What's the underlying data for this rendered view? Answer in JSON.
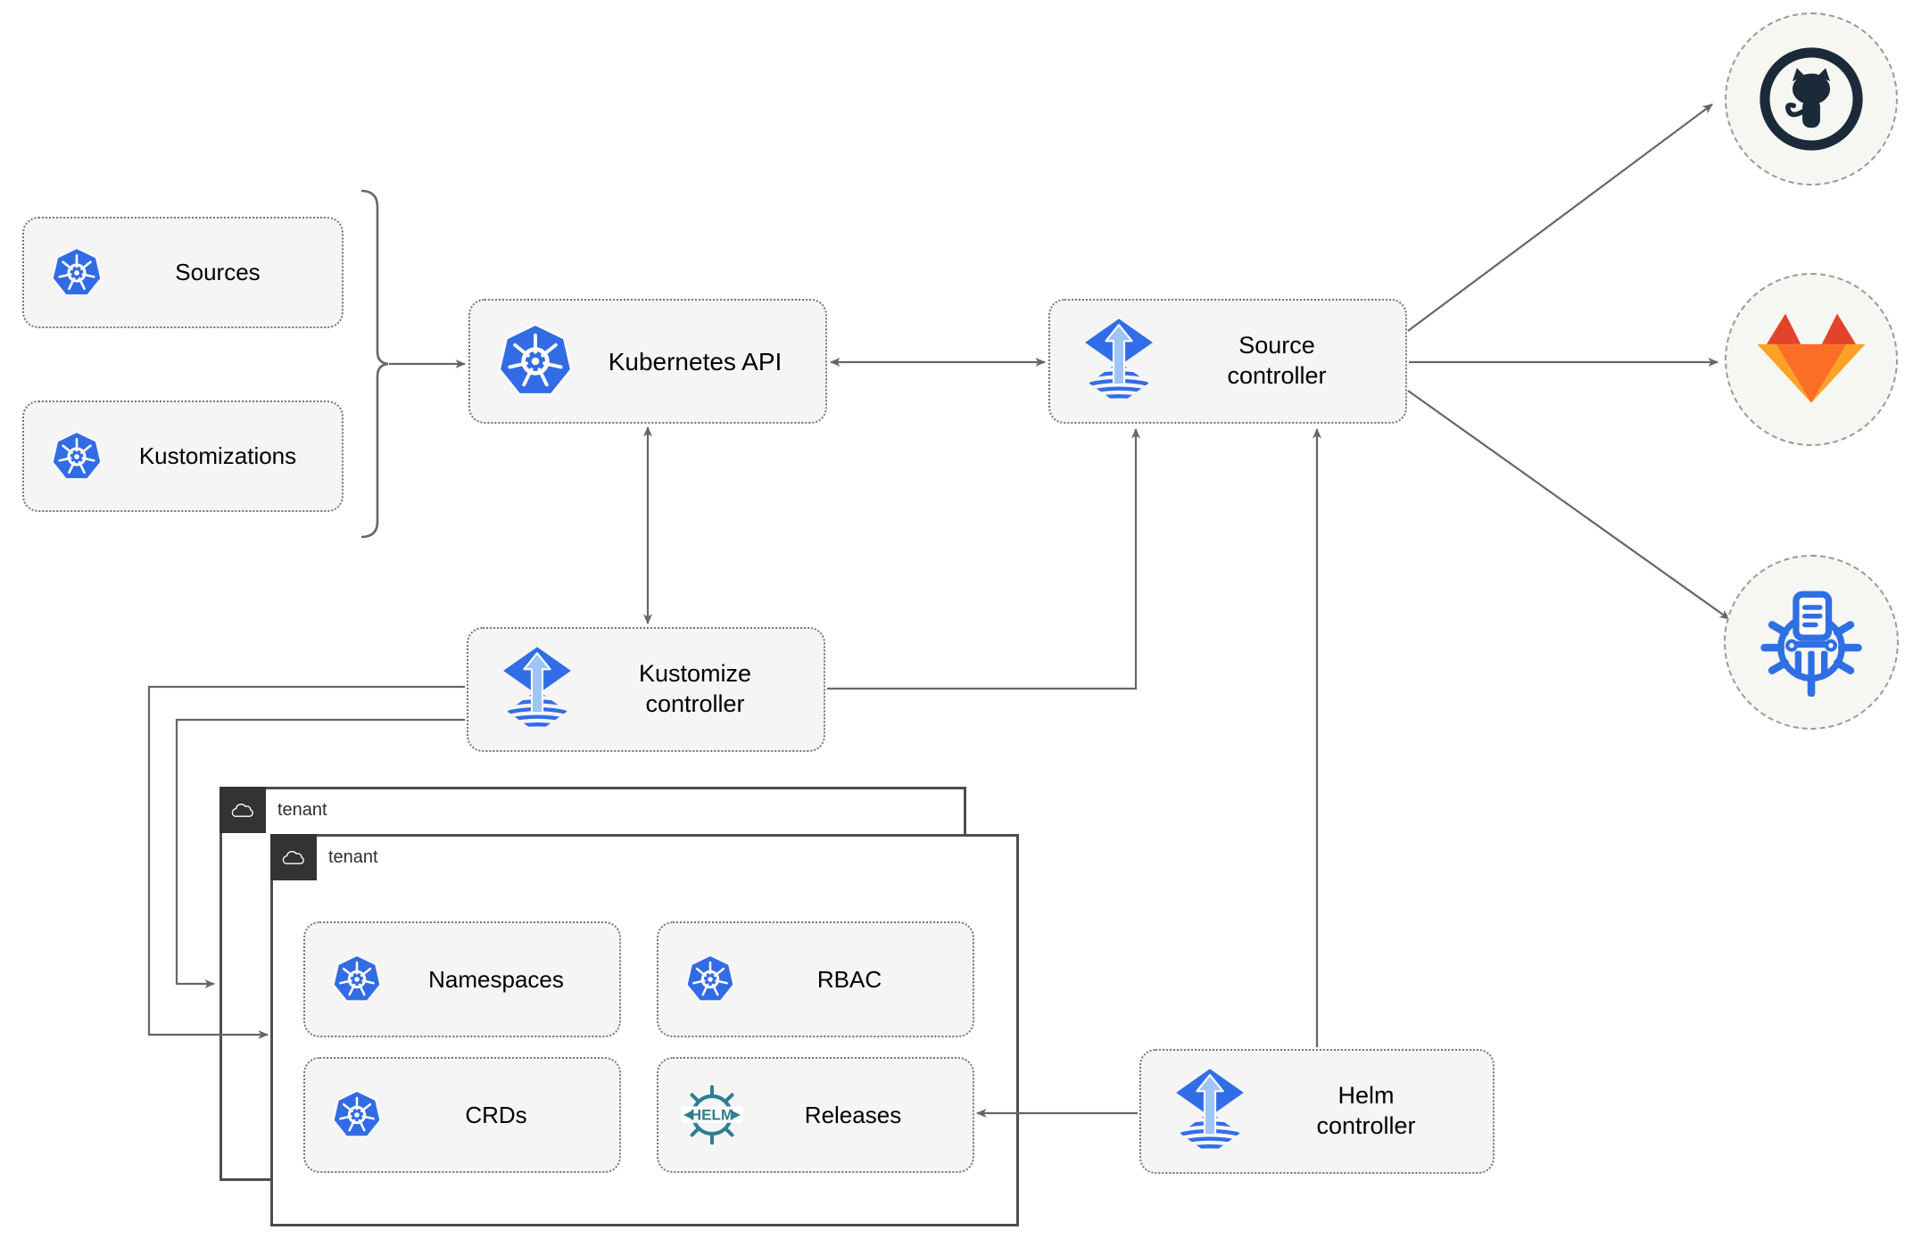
{
  "diagram": {
    "nodes": {
      "sources": {
        "label": "Sources",
        "icon": "kubernetes-icon"
      },
      "kustomizations": {
        "label": "Kustomizations",
        "icon": "kubernetes-icon"
      },
      "kubernetes_api": {
        "label": "Kubernetes API",
        "icon": "kubernetes-icon"
      },
      "source_controller": {
        "label": "Source\ncontroller",
        "icon": "flux-icon"
      },
      "kustomize_controller": {
        "label": "Kustomize\ncontroller",
        "icon": "flux-icon"
      },
      "helm_controller": {
        "label": "Helm\ncontroller",
        "icon": "flux-icon"
      },
      "namespaces": {
        "label": "Namespaces",
        "icon": "kubernetes-icon"
      },
      "rbac": {
        "label": "RBAC",
        "icon": "kubernetes-icon"
      },
      "crds": {
        "label": "CRDs",
        "icon": "kubernetes-icon"
      },
      "releases": {
        "label": "Releases",
        "icon": "helm-icon"
      }
    },
    "tenants": {
      "back": {
        "label": "tenant",
        "icon": "cloud-icon"
      },
      "front": {
        "label": "tenant",
        "icon": "cloud-icon"
      }
    },
    "endpoints": {
      "github": {
        "icon": "github-icon"
      },
      "gitlab": {
        "icon": "gitlab-icon"
      },
      "registry": {
        "icon": "helm-chart-repository-icon"
      }
    }
  },
  "colors": {
    "kubernetes_blue": "#326CE5",
    "flux_blue": "#316DE6",
    "flux_arrow_light": "#9EC4F8",
    "helm_teal": "#2E7E90",
    "github_dark": "#1B2A38",
    "gitlab_orange": "#FC6D26",
    "gitlab_red": "#E24329",
    "gitlab_amber": "#FCA326",
    "registry_blue": "#2F6FE4",
    "connector_gray": "#666666",
    "node_fill": "#F5F5F5",
    "node_border": "#767676",
    "tenant_border": "#4D4D4D",
    "tenant_tab": "#333333",
    "circle_fill": "#F6F6F3",
    "circle_border": "#9A9A9A"
  }
}
